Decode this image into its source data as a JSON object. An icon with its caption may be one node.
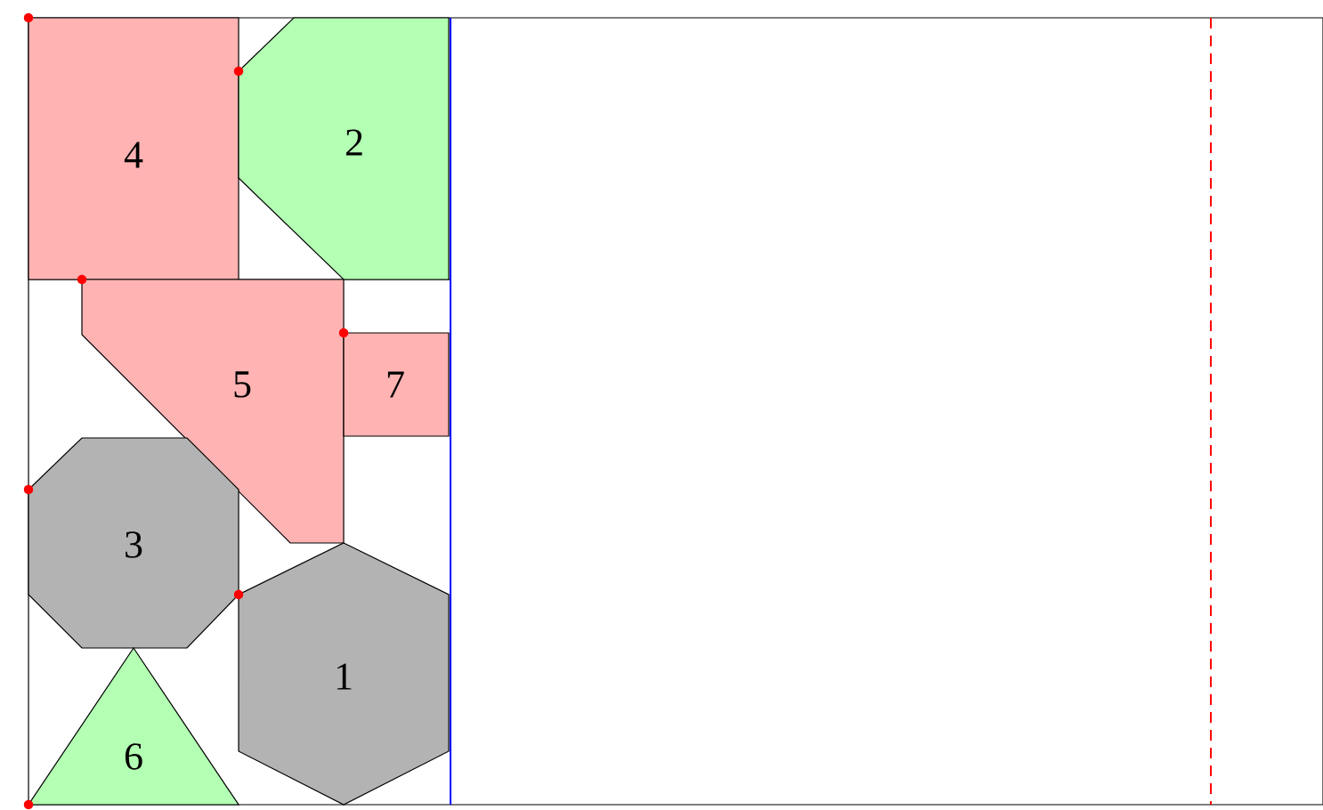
{
  "diagram": {
    "nodes": [
      {
        "text": [
          "4"
        ]
      },
      {
        "text": [
          "2"
        ]
      },
      {
        "text": [
          "5"
        ]
      },
      {
        "text": [
          "7"
        ]
      },
      {
        "text": [
          "3"
        ]
      },
      {
        "text": [
          "1"
        ]
      },
      {
        "text": [
          "6"
        ]
      }
    ]
  }
}
